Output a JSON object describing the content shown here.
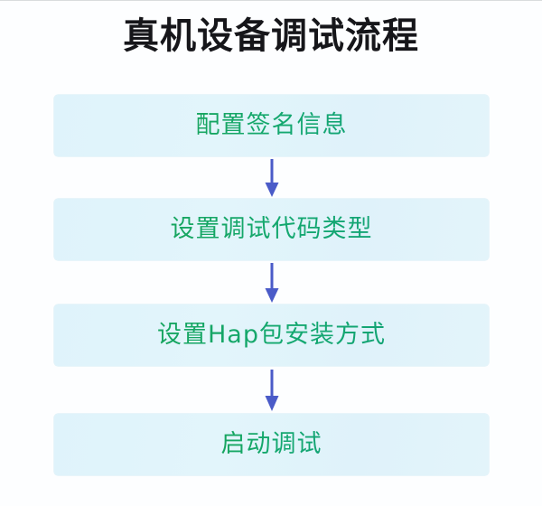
{
  "title": "真机设备调试流程",
  "colors": {
    "background": "#fdfeff",
    "title_text": "#16161a",
    "node_fill": "#e0f3fb",
    "node_text": "#16a465",
    "arrow": "#4a5bc8"
  },
  "flow": {
    "orientation": "vertical",
    "nodes": [
      {
        "id": "step-1",
        "label": "配置签名信息"
      },
      {
        "id": "step-2",
        "label": "设置调试代码类型"
      },
      {
        "id": "step-3",
        "label": "设置Hap包安装方式"
      },
      {
        "id": "step-4",
        "label": "启动调试"
      }
    ],
    "connectors": [
      {
        "id": "arrow-1",
        "icon": "arrow-down-icon",
        "from": "step-1",
        "to": "step-2"
      },
      {
        "id": "arrow-2",
        "icon": "arrow-down-icon",
        "from": "step-2",
        "to": "step-3"
      },
      {
        "id": "arrow-3",
        "icon": "arrow-down-icon",
        "from": "step-3",
        "to": "step-4"
      }
    ]
  }
}
